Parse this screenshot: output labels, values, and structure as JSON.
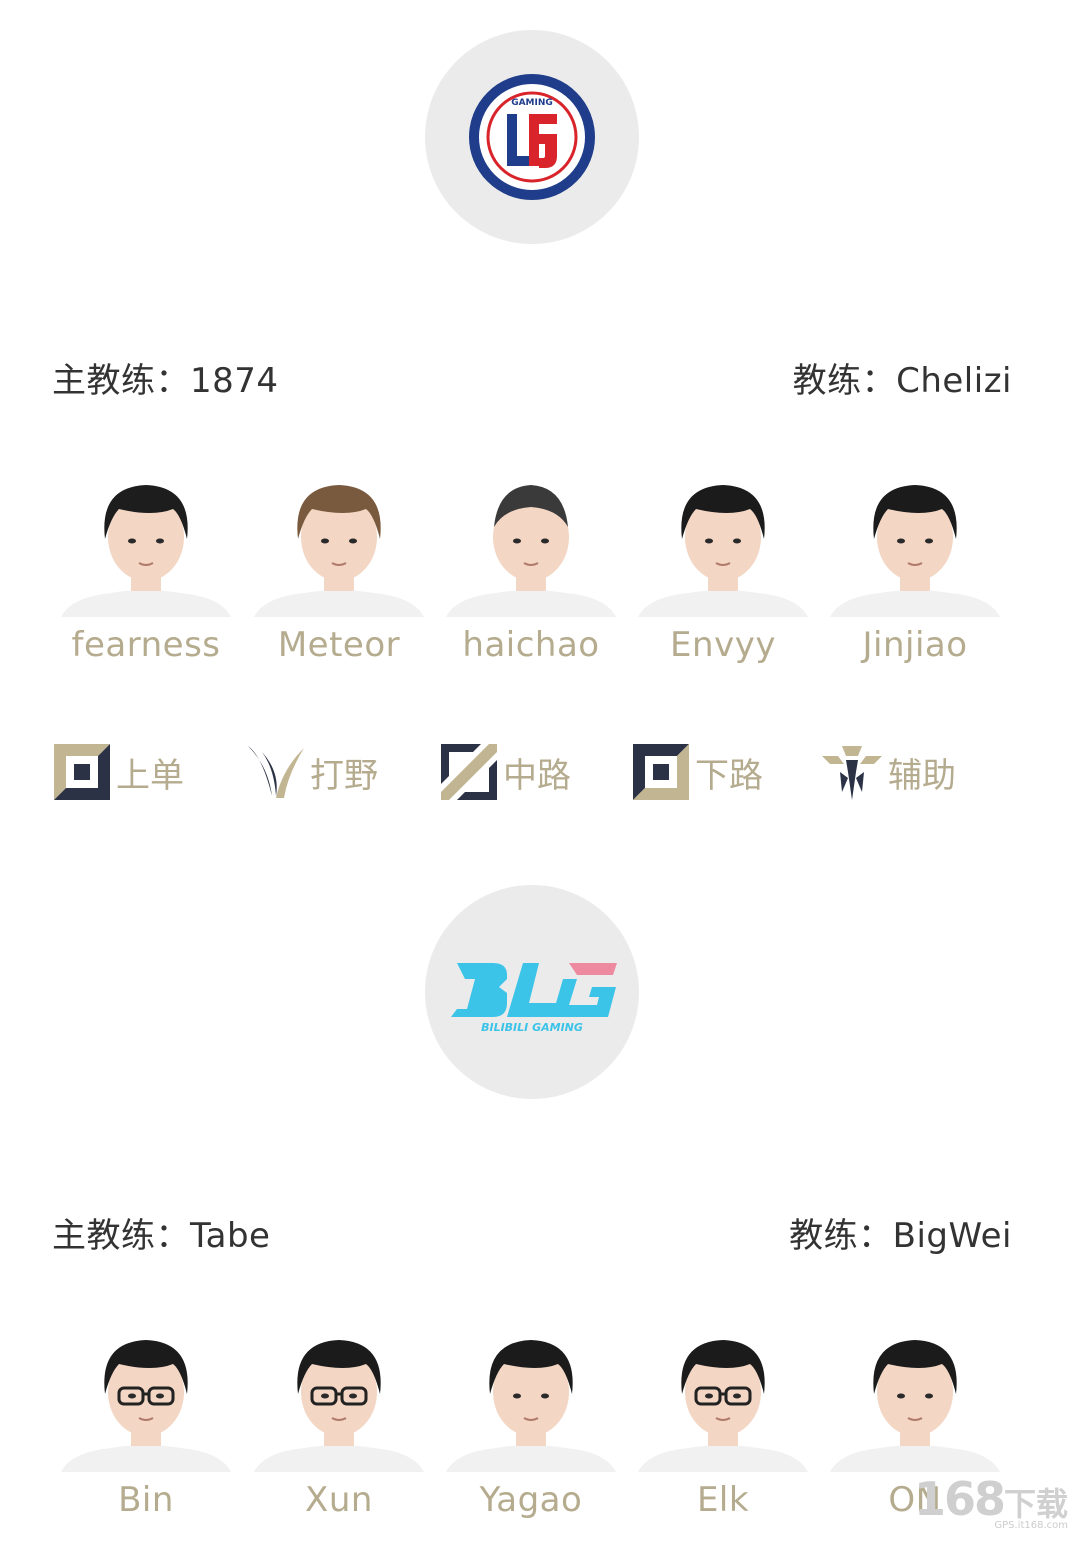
{
  "teams": [
    {
      "logo_text": "GAMING",
      "head_coach_label": "主教练：1874",
      "coach_label": "教练：Chelizi",
      "players": [
        {
          "name": "fearness"
        },
        {
          "name": "Meteor"
        },
        {
          "name": "haichao"
        },
        {
          "name": "Envyy"
        },
        {
          "name": "Jinjiao"
        }
      ]
    },
    {
      "logo_text": "BILIBILI GAMING",
      "head_coach_label": "主教练：Tabe",
      "coach_label": "教练：BigWei",
      "players": [
        {
          "name": "Bin"
        },
        {
          "name": "Xun"
        },
        {
          "name": "Yagao"
        },
        {
          "name": "Elk"
        },
        {
          "name": "ON"
        }
      ]
    }
  ],
  "roles": [
    {
      "label": "上单",
      "icon": "top-lane-icon"
    },
    {
      "label": "打野",
      "icon": "jungle-icon"
    },
    {
      "label": "中路",
      "icon": "mid-lane-icon"
    },
    {
      "label": "下路",
      "icon": "bot-lane-icon"
    },
    {
      "label": "辅助",
      "icon": "support-icon"
    }
  ],
  "watermark": {
    "brand": "168",
    "cn": "下载",
    "url": "GPS.it168.com"
  },
  "colors": {
    "name_gold": "#b5ab8e",
    "role_navy": "#2c3246",
    "logo_bg": "#ebebeb",
    "lgd_blue": "#1f3d8a",
    "lgd_red": "#d8242a",
    "blg_cyan": "#3cc3e8",
    "blg_pink": "#ee8aa0"
  }
}
